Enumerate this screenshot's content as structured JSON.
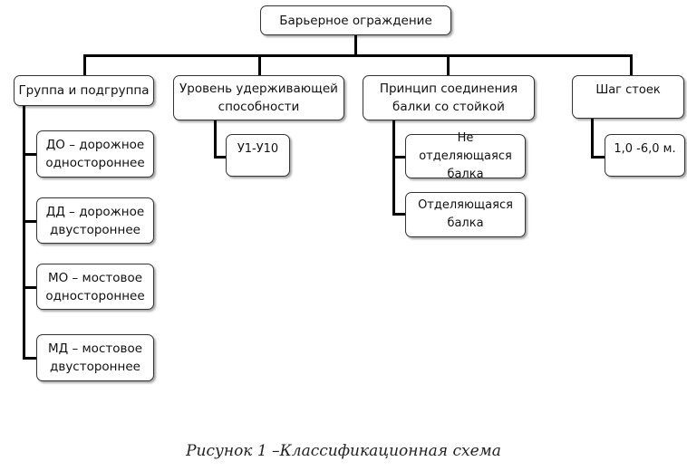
{
  "diagram": {
    "root": "Барьерное ограждение",
    "branches": [
      {
        "label": "Группа и подгруппа",
        "children": [
          "ДО – дорожное одностороннее",
          "ДД – дорожное двустороннее",
          "МО – мостовое одностороннее",
          "МД – мостовое двустороннее"
        ]
      },
      {
        "label": "Уровень удерживающей способности",
        "children": [
          "У1-У10"
        ]
      },
      {
        "label": "Принцип соединения балки со стойкой",
        "children": [
          "Не отделяющаяся балка",
          "Отделяющаяся балка"
        ]
      },
      {
        "label": "Шаг стоек",
        "children": [
          "1,0 -6,0 м."
        ]
      }
    ]
  },
  "caption": "Рисунок 1 –Классификационная схема"
}
